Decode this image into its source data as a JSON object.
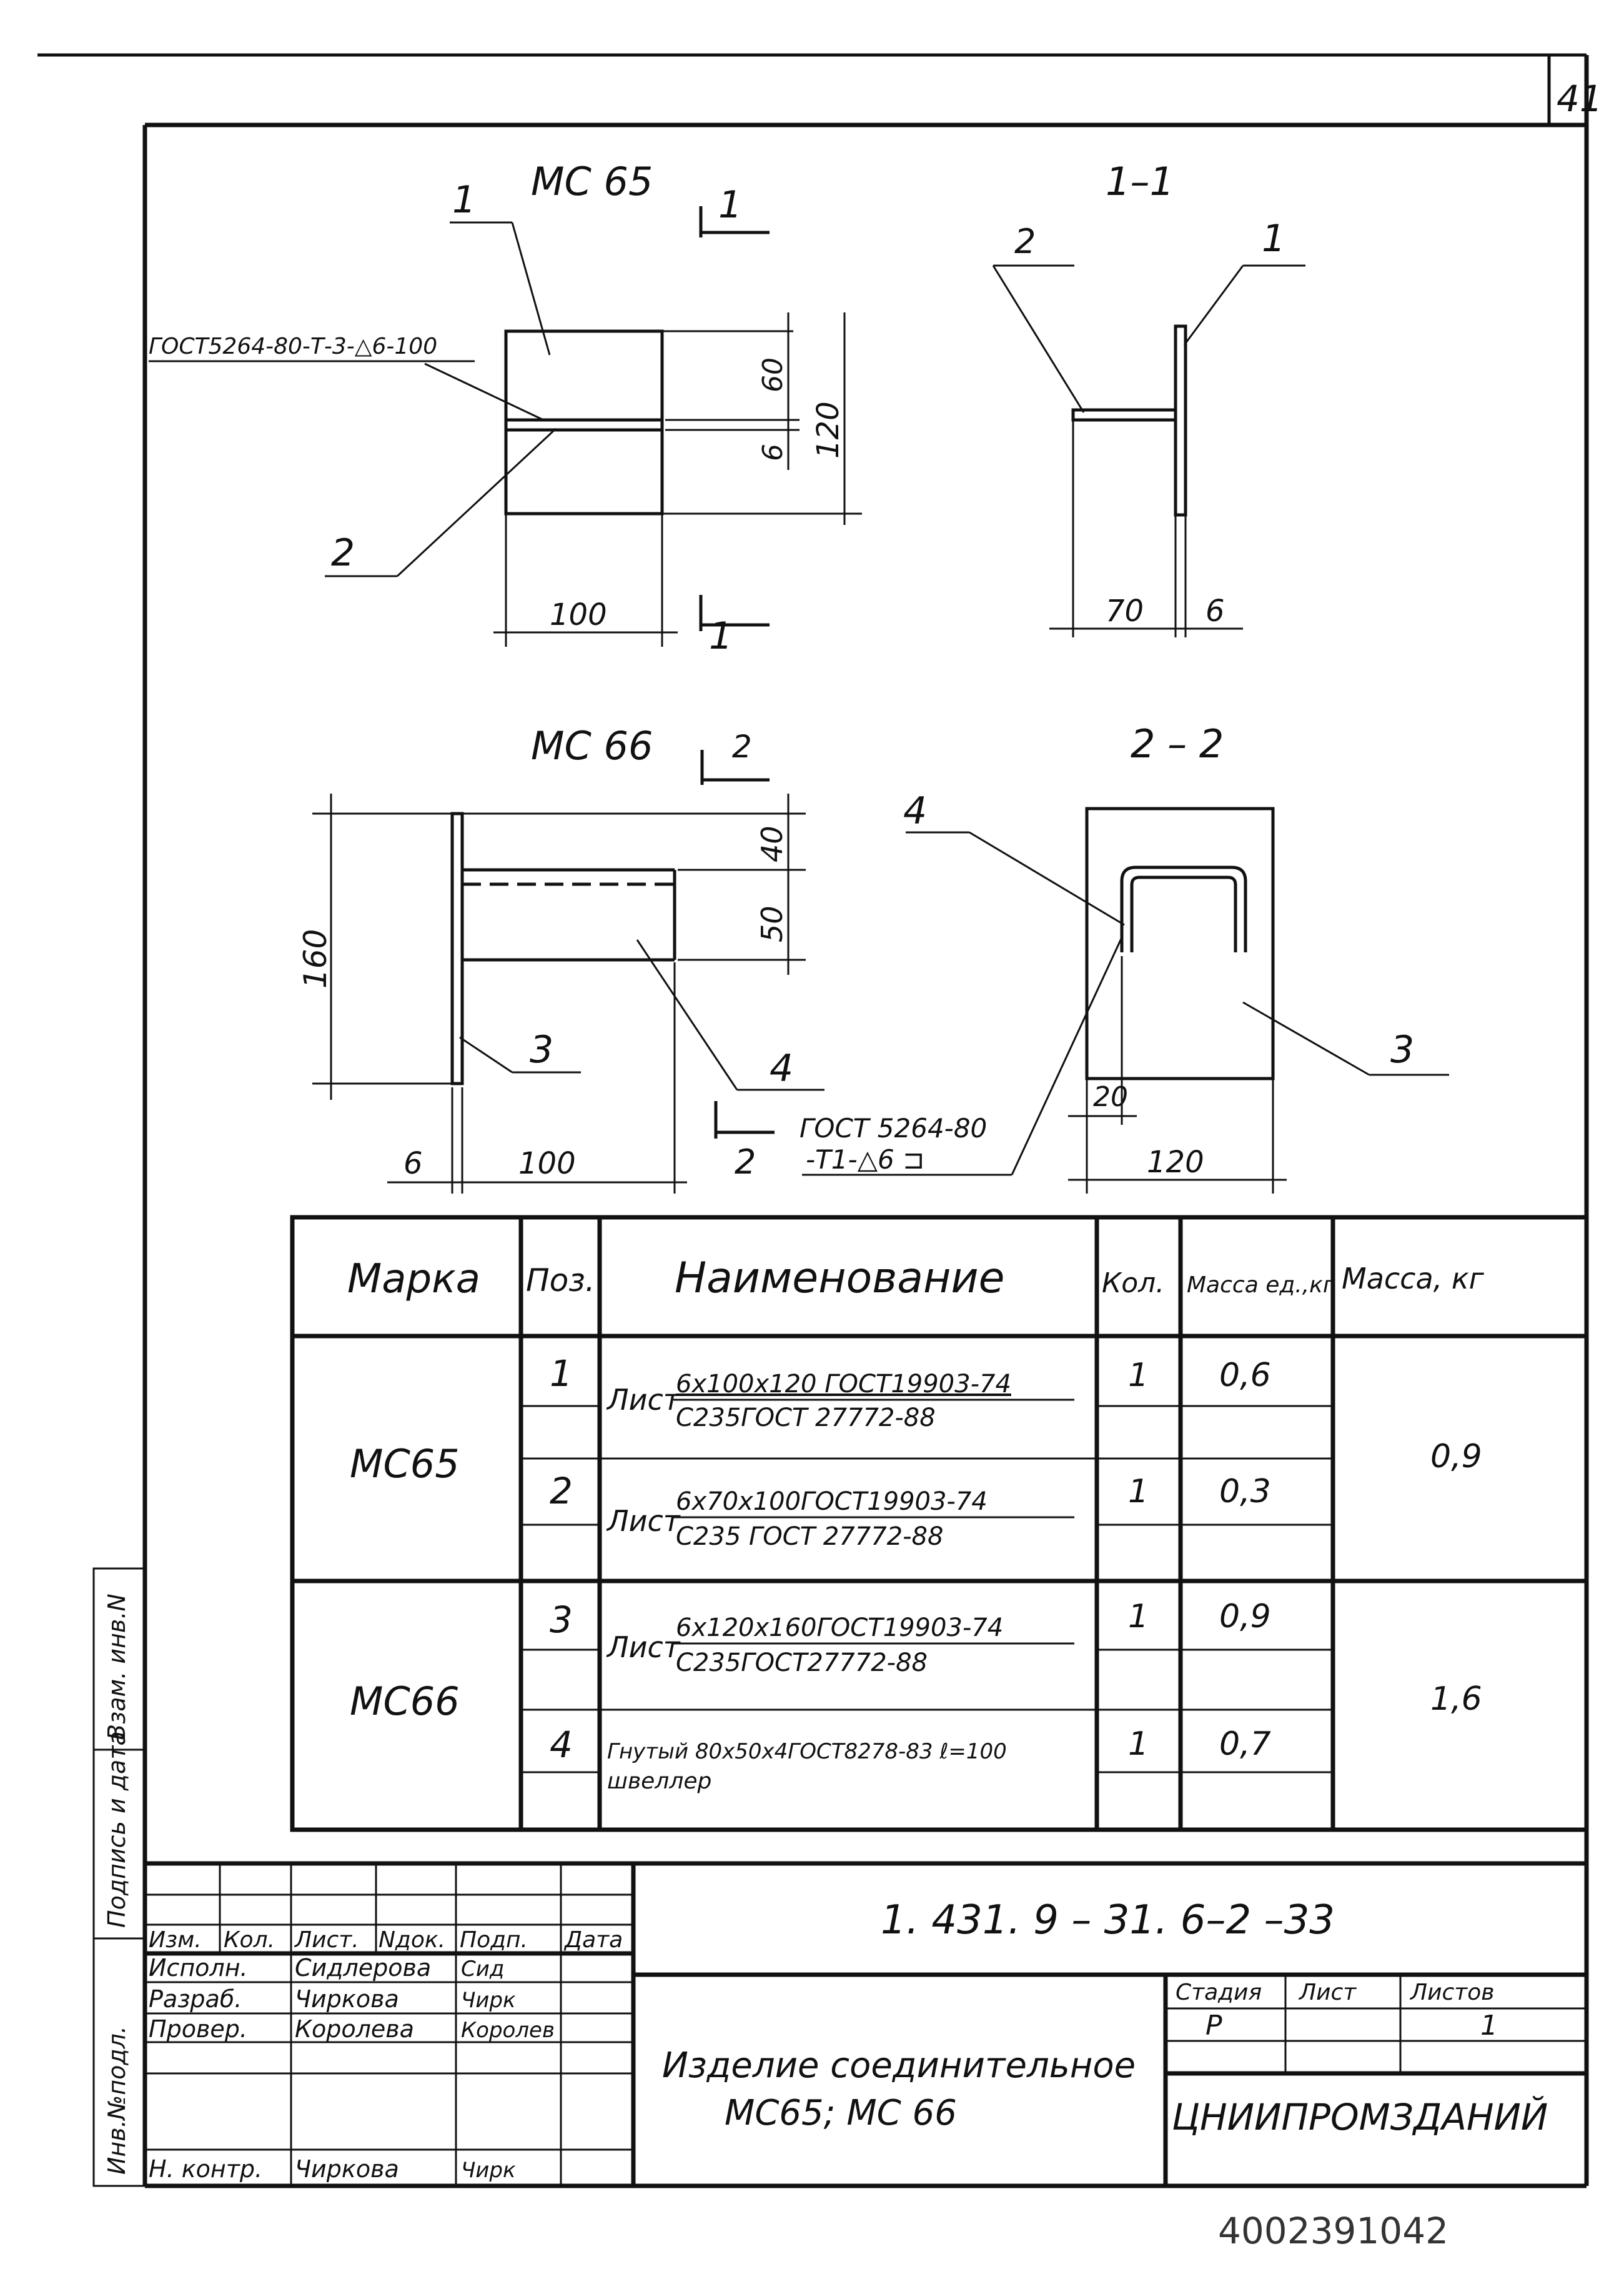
{
  "sheet_number": "41",
  "corner_number": "4002391042",
  "corner_suffix": "42",
  "views": {
    "mc65_title": "МС 65",
    "mc66_title": "МС 66",
    "section_1_title": "1–1",
    "section_2_title": "2 – 2",
    "cut_1": "1",
    "cut_2": "2",
    "weld_note_1": "ГОСТ5264-80-Т-3-△6-100",
    "weld_note_2_line1": "ГОСТ 5264-80",
    "weld_note_2_line2": "-Т1-△6 ⊐",
    "pos": {
      "p1": "1",
      "p2": "2",
      "p3": "3",
      "p4": "4"
    },
    "dims": {
      "d60": "60",
      "d6": "6",
      "d120": "120",
      "d100": "100",
      "d70": "70",
      "d6b": "6",
      "d40": "40",
      "d50": "50",
      "d160": "160",
      "d6c": "6",
      "d100b": "100",
      "d20": "20",
      "d120b": "120"
    }
  },
  "spec_table": {
    "headers": {
      "mark": "Марка",
      "pos": "Поз.",
      "name": "Наименование",
      "qty": "Кол.",
      "unit_mass": "Масса ед.,кг",
      "total_mass": "Масса, кг"
    },
    "rows": [
      {
        "mark": "МС65",
        "pos": "1",
        "name_prefix": "Лист",
        "name_top": "6х100х120 ГОСТ19903-74",
        "name_bottom": "С235ГОСТ 27772-88",
        "qty": "1",
        "unit_mass": "0,6",
        "total_mass": "0,9"
      },
      {
        "pos": "2",
        "name_prefix": "Лист",
        "name_top": "6х70х100ГОСТ19903-74",
        "name_bottom": "С235 ГОСТ 27772-88",
        "qty": "1",
        "unit_mass": "0,3"
      },
      {
        "mark": "МС66",
        "pos": "3",
        "name_prefix": "Лист",
        "name_top": "6х120х160ГОСТ19903-74",
        "name_bottom": "С235ГОСТ27772-88",
        "qty": "1",
        "unit_mass": "0,9",
        "total_mass": "1,6"
      },
      {
        "pos": "4",
        "name_line1": "Гнутый 80х50х4ГОСТ8278-83  ℓ=100",
        "name_line2": "швеллер",
        "qty": "1",
        "unit_mass": "0,7"
      }
    ]
  },
  "title_block": {
    "doc_code": "1. 431. 9 – 31. 6–2 –33",
    "header_cols": [
      "Изм.",
      "Кол.",
      "Лист.",
      "Nдок.",
      "Подп.",
      "Дата"
    ],
    "roles": [
      {
        "role": "Исполн.",
        "name": "Сидлерова",
        "sign": "Сид"
      },
      {
        "role": "Разраб.",
        "name": "Чиркова",
        "sign": "Чирк"
      },
      {
        "role": "Провер.",
        "name": "Королева",
        "sign": "Королев"
      },
      {
        "role": "Н. контр.",
        "name": "Чиркова",
        "sign": "Чирк"
      }
    ],
    "item_title_line1": "Изделие соединительное",
    "item_title_line2": "МС65; МС 66",
    "stage_label": "Стадия",
    "sheet_label": "Лист",
    "sheets_label": "Листов",
    "stage_value": "Р",
    "sheet_value": "",
    "sheets_value": "1",
    "organization": "ЦНИИПРОМЗДАНИЙ"
  },
  "side_stamp": {
    "inv_orig": "Инв.№подл.",
    "sign_date": "Подпись и дата",
    "replace_inv": "Взам. инв.N"
  }
}
